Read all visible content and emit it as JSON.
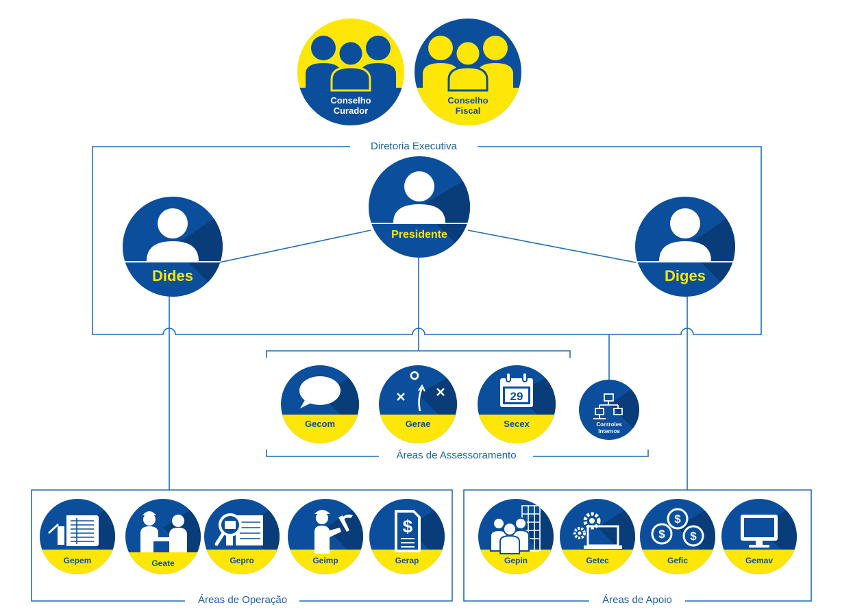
{
  "colors": {
    "blue": "#0b4f9c",
    "blue_dark": "#083d7a",
    "yellow": "#fde608",
    "line": "#1f6db3",
    "label_text": "#1a5fa6",
    "white": "#ffffff"
  },
  "board": {
    "curador": {
      "line1": "Conselho",
      "line2": "Curador",
      "icon": "group-people-icon"
    },
    "fiscal": {
      "line1": "Conselho",
      "line2": "Fiscal",
      "icon": "group-people-icon"
    }
  },
  "executive": {
    "frame_label": "Diretoria Executiva",
    "president": {
      "label": "Presidente",
      "icon": "person-icon"
    },
    "dides": {
      "label": "Dides",
      "icon": "person-icon"
    },
    "diges": {
      "label": "Diges",
      "icon": "person-icon"
    }
  },
  "assessoramento": {
    "frame_label": "Áreas de Assessoramento",
    "gecom": {
      "label": "Gecom",
      "icon": "speech-bubble-icon"
    },
    "gerae": {
      "label": "Gerae",
      "icon": "strategy-play-icon"
    },
    "secex": {
      "label": "Secex",
      "icon": "calendar-icon",
      "day": "29"
    },
    "controles": {
      "line1": "Controles",
      "line2": "Internos",
      "icon": "org-chart-icon"
    }
  },
  "operacao": {
    "frame_label": "Áreas de Operação",
    "gepem": {
      "label": "Gepem",
      "icon": "blueprint-icon"
    },
    "geate": {
      "label": "Geate",
      "icon": "handshake-icon"
    },
    "gepro": {
      "label": "Gepro",
      "icon": "magnifier-document-icon"
    },
    "geimp": {
      "label": "Geimp",
      "icon": "worker-icon"
    },
    "gerap": {
      "label": "Gerap",
      "icon": "invoice-icon"
    }
  },
  "apoio": {
    "frame_label": "Áreas de Apoio",
    "gepin": {
      "label": "Gepin",
      "icon": "team-building-icon"
    },
    "getec": {
      "label": "Getec",
      "icon": "laptop-gears-icon"
    },
    "gefic": {
      "label": "Gefic",
      "icon": "coins-icon"
    },
    "gemav": {
      "label": "Gemav",
      "icon": "monitor-icon"
    }
  }
}
